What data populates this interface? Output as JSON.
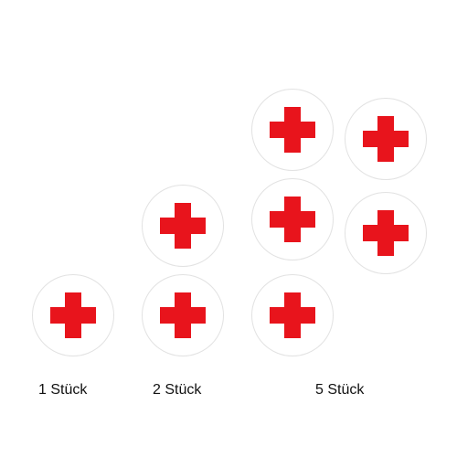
{
  "cross_color": "#e8141c",
  "groups": [
    {
      "label": "1 Stück",
      "count": 1
    },
    {
      "label": "2 Stück",
      "count": 2
    },
    {
      "label": "5 Stück",
      "count": 5
    }
  ],
  "icon": "red-cross-icon"
}
